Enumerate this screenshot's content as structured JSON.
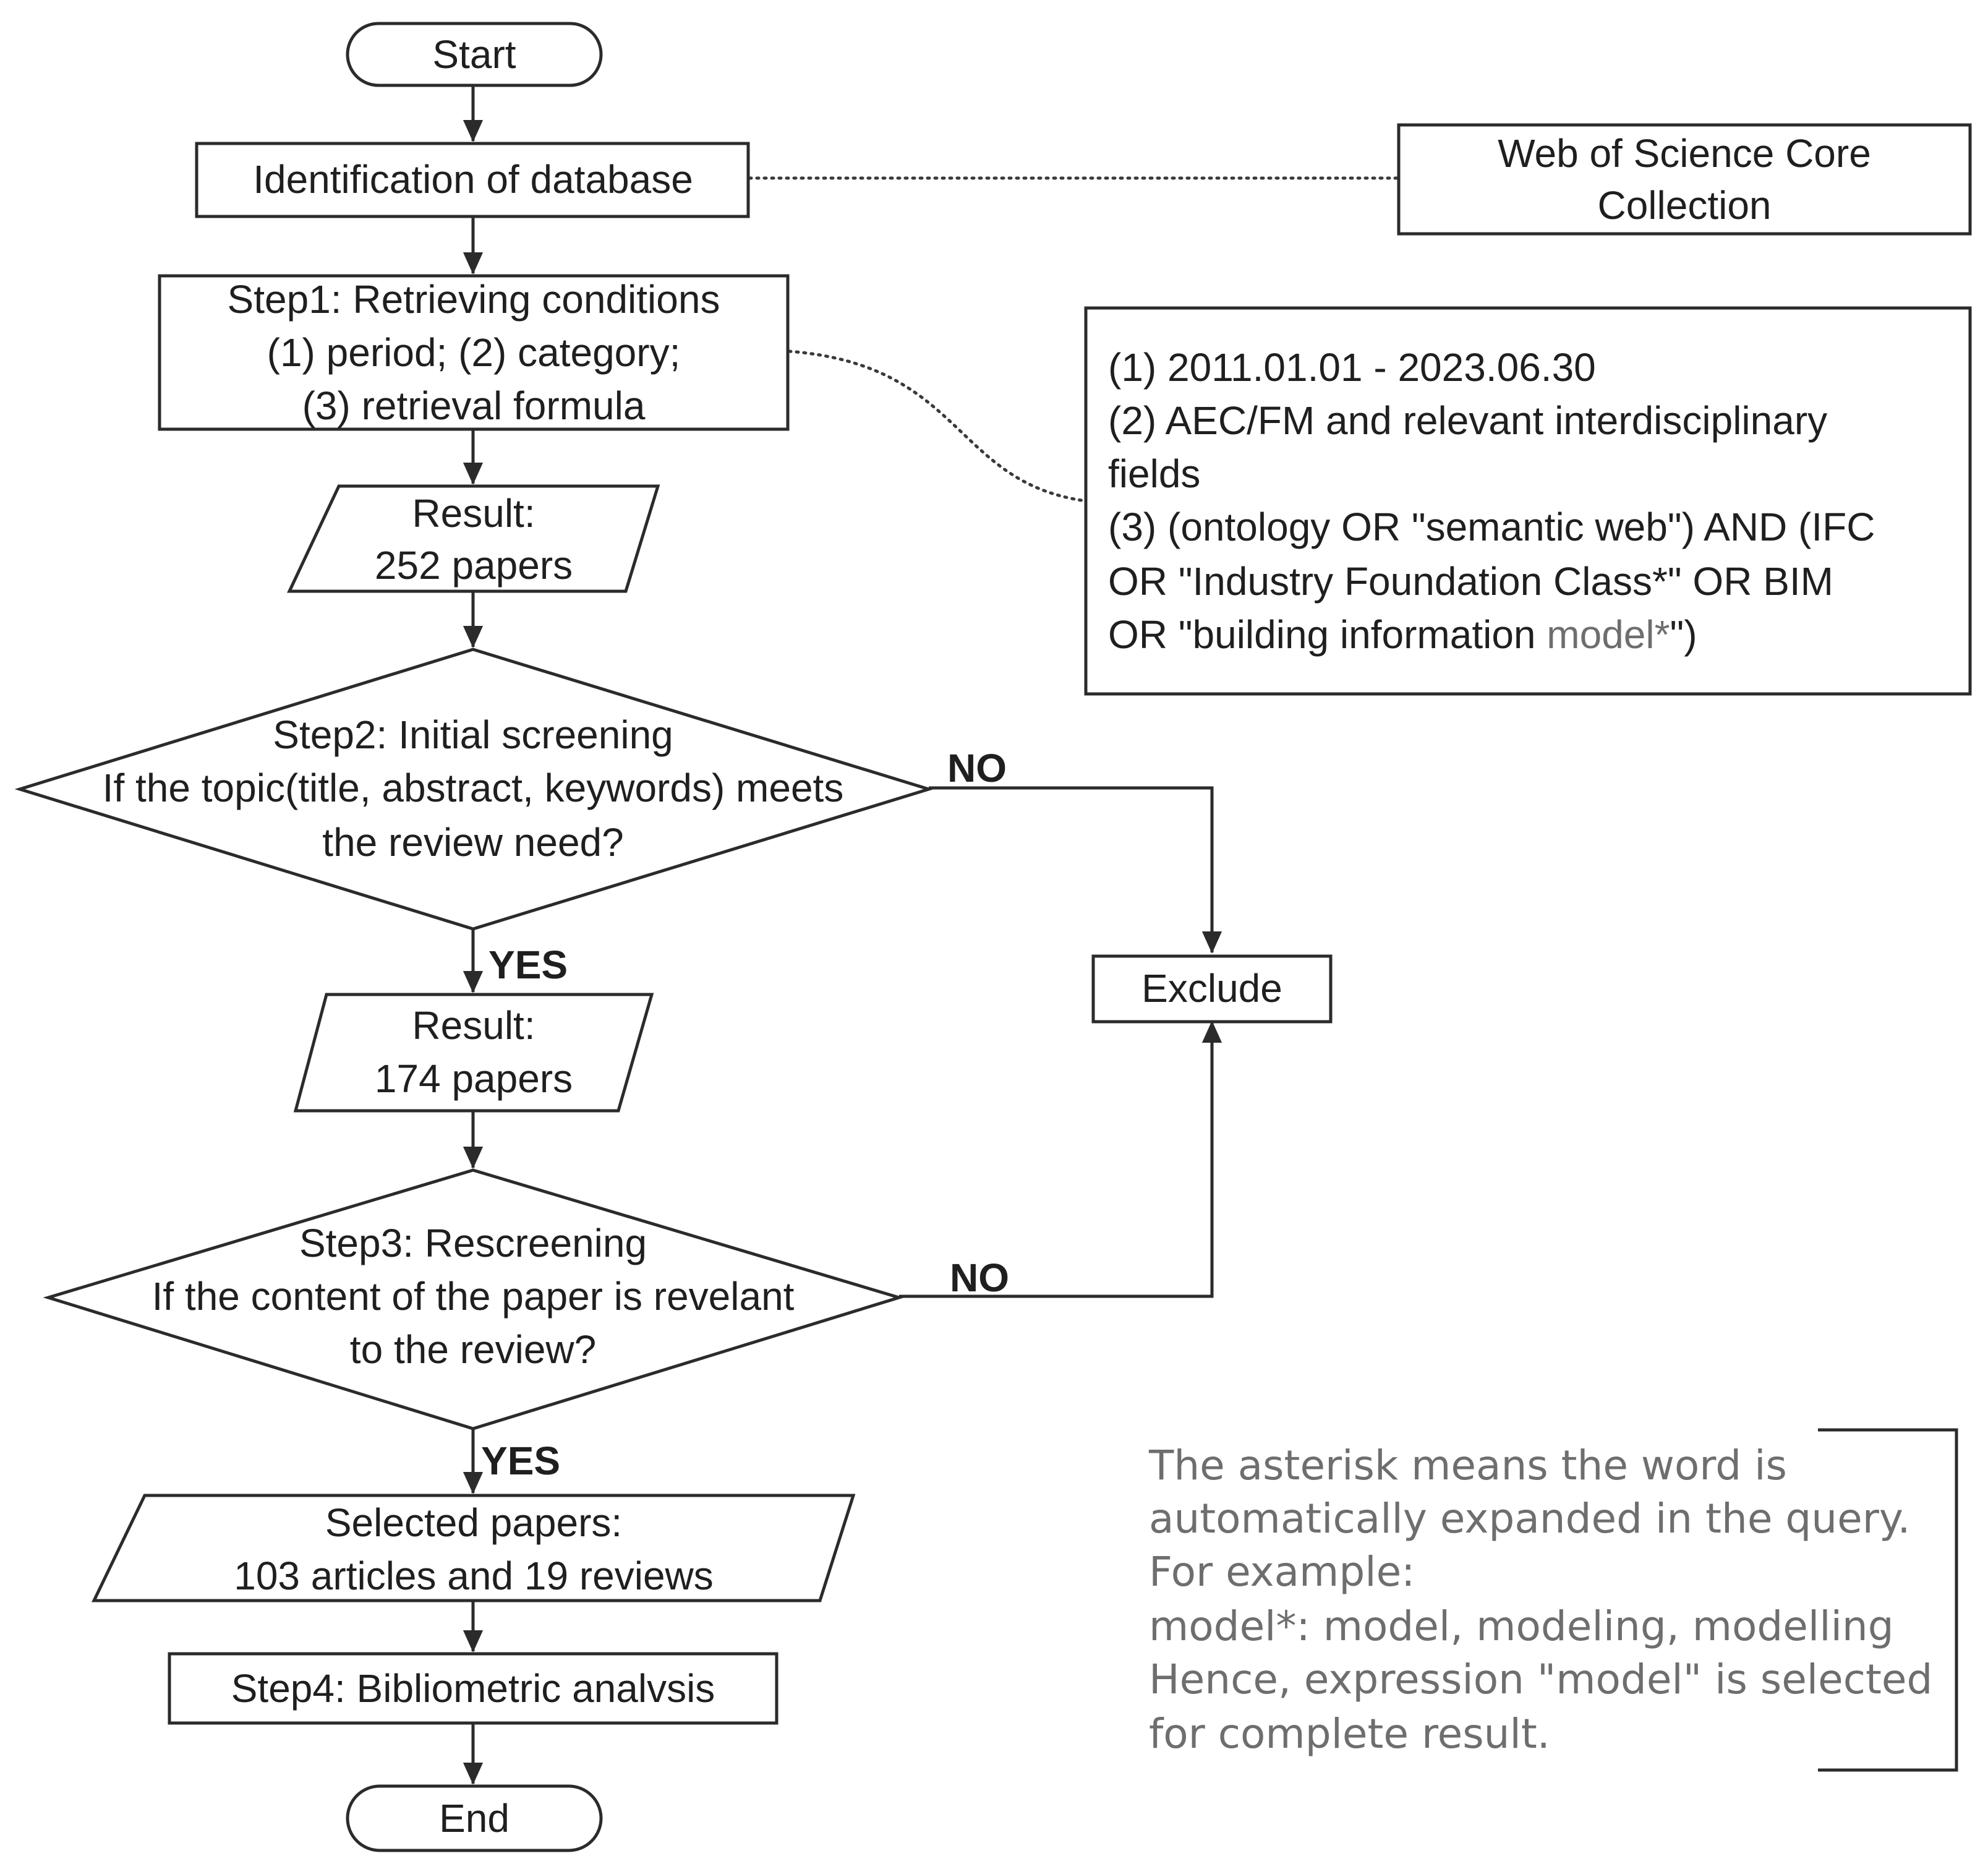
{
  "nodes": {
    "start": "Start",
    "identification": "Identification of database",
    "wos": [
      "Web of Science Core",
      "Collection"
    ],
    "step1": [
      "Step1: Retrieving conditions",
      "(1) period; (2) category;",
      "(3) retrieval formula"
    ],
    "result1": [
      "Result:",
      "252 papers"
    ],
    "step2": [
      "Step2: Initial screening",
      "If the topic(title, abstract, keywords) meets",
      "the review need?"
    ],
    "result2": [
      "Result:",
      "174 papers"
    ],
    "step3": [
      "Step3: Rescreening",
      "If the content of the paper is revelant",
      "to the review?"
    ],
    "selected": [
      "Selected papers:",
      "103 articles and 19 reviews"
    ],
    "step4": "Step4: Bibliometric analvsis",
    "end": "End",
    "exclude": "Exclude"
  },
  "conditions": {
    "line1": "(1) 2011.01.01 - 2023.06.30",
    "line2": "(2) AEC/FM and relevant interdisciplinary",
    "line3": "fields",
    "line4": "(3) (ontology OR \"semantic web\") AND (IFC",
    "line5": "OR \"Industry Foundation Class*\" OR BIM",
    "line6_prefix": "OR \"building information ",
    "line6_gray": "model*",
    "line6_suffix": "\")"
  },
  "labels": {
    "no": "NO",
    "yes": "YES"
  },
  "note": [
    "The asterisk means the word is",
    "automatically expanded in the query.",
    "For example:",
    "model*: model, modeling, modelling",
    "Hence, expression \"model\" is selected",
    "for complete result."
  ]
}
